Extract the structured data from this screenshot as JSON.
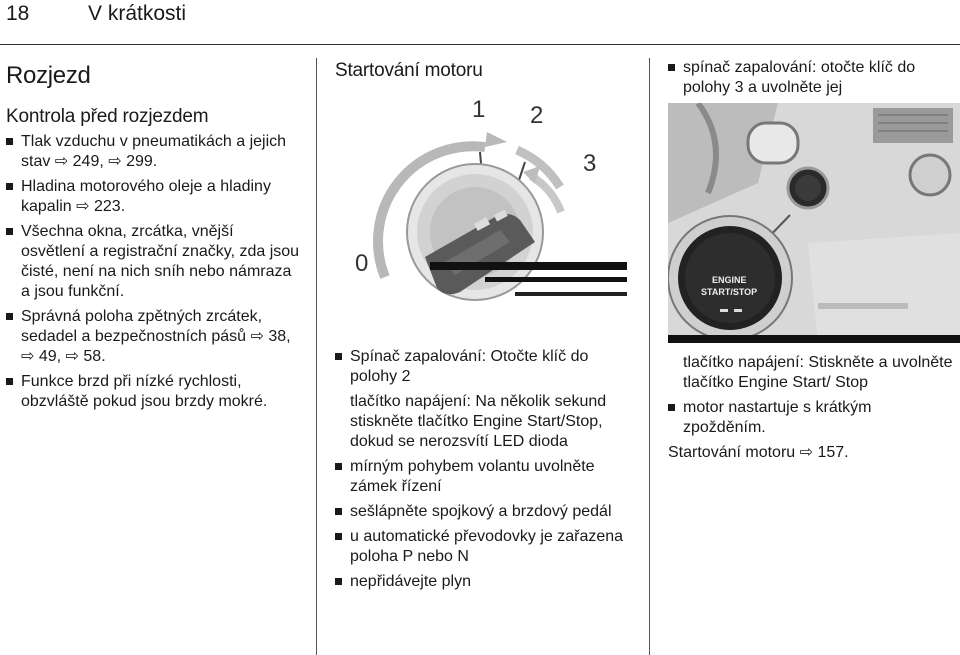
{
  "header": {
    "page_number": "18",
    "section": "V krátkosti"
  },
  "col1": {
    "title": "Rozjezd",
    "subtitle": "Kontrola před rozjezdem",
    "items": [
      "Tlak vzduchu v pneumatikách a jejich stav ⇨ 249, ⇨ 299.",
      "Hladina motorového oleje a hladiny kapalin ⇨ 223.",
      "Všechna okna, zrcátka, vnější osvětlení a registrační značky, zda jsou čisté, není na nich sníh nebo námraza a jsou funkční.",
      "Správná poloha zpětných zrcátek, sedadel a bezpečnostních pásů ⇨ 38, ⇨ 49, ⇨ 58.",
      "Funkce brzd při nízké rychlosti, obzvláště pokud jsou brzdy mokré."
    ]
  },
  "col2": {
    "title": "Startování motoru",
    "figure_labels": [
      "0",
      "1",
      "2",
      "3"
    ],
    "item1": "Spínač zapalování: Otočte klíč do polohy 2",
    "para1": "tlačítko napájení: Na několik sekund stiskněte tlačítko Engine Start/Stop, dokud se nerozsvítí LED dioda",
    "items": [
      "mírným pohybem volantu uvolněte zámek řízení",
      "sešlápněte spojkový a brzdový pedál",
      "u automatické převodovky je zařazena poloha P nebo N",
      "nepřidávejte plyn"
    ]
  },
  "col3": {
    "item1": "spínač zapalování: otočte klíč do polohy 3 a uvolněte jej",
    "figure_button_lines": [
      "ENGINE",
      "START/STOP"
    ],
    "para1": "tlačítko napájení: Stiskněte a uvolněte tlačítko Engine Start/ Stop",
    "item2": "motor nastartuje s krátkým zpožděním.",
    "footer": "Startování motoru ⇨ 157."
  }
}
